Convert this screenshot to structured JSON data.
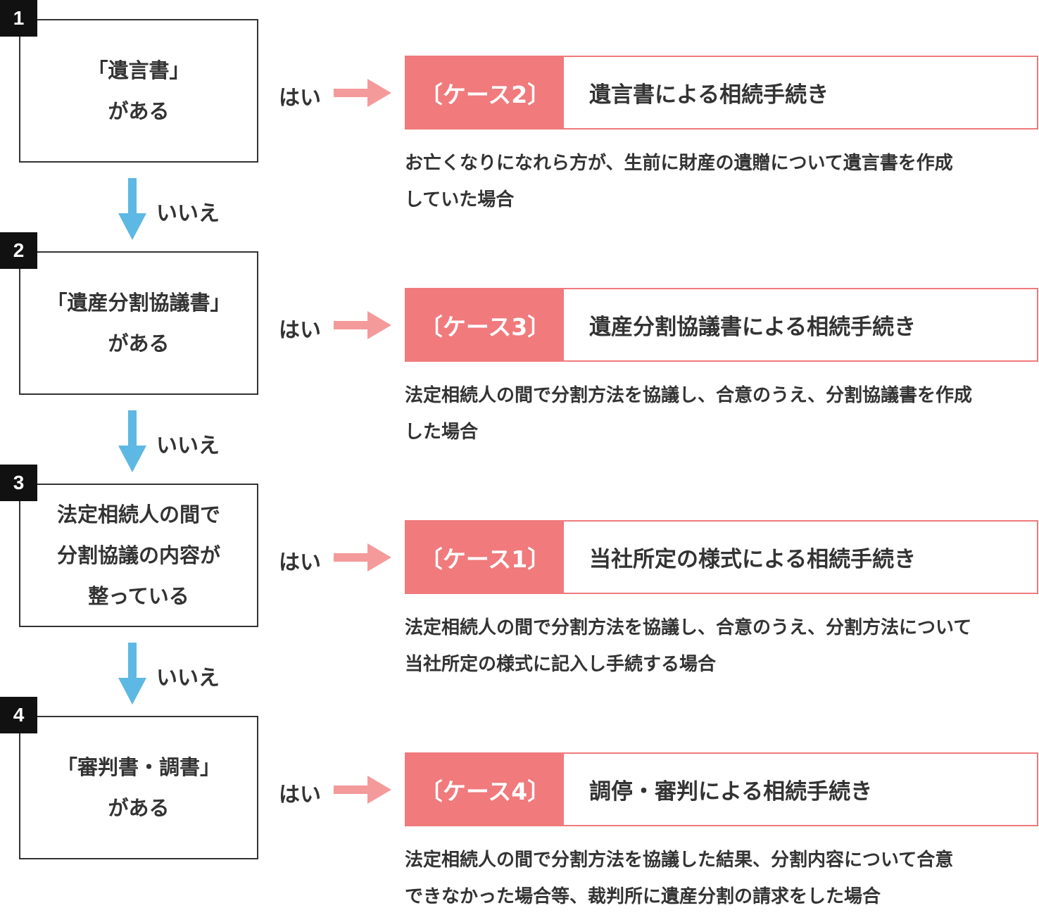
{
  "steps": [
    {
      "num": "1",
      "text": "「遺言書」\nがある"
    },
    {
      "num": "2",
      "text": "「遺産分割協議書」\nがある"
    },
    {
      "num": "3",
      "text": "法定相続人の間で\n分割協議の内容が\n整っている"
    },
    {
      "num": "4",
      "text": "「審判書・調書」\nがある"
    }
  ],
  "no_label": "いいえ",
  "yes_label": "はい",
  "cases": [
    {
      "tag": "〔ケース2〕",
      "title": "遺言書による相続手続き",
      "desc": "お亡くなりになれら方が、生前に財産の遺贈について遺言書を作成\nしていた場合"
    },
    {
      "tag": "〔ケース3〕",
      "title": "遺産分割協議書による相続手続き",
      "desc": "法定相続人の間で分割方法を協議し、合意のうえ、分割協議書を作成\nした場合"
    },
    {
      "tag": "〔ケース1〕",
      "title": "当社所定の様式による相続手続き",
      "desc": "法定相続人の間で分割方法を協議し、合意のうえ、分割方法について\n当社所定の様式に記入し手続する場合"
    },
    {
      "tag": "〔ケース4〕",
      "title": "調停・審判による相続手続き",
      "desc": "法定相続人の間で分割方法を協議した結果、分割内容について合意\nできなかった場合等、裁判所に遺産分割の請求をした場合"
    }
  ],
  "colors": {
    "accent": "#f07a7c",
    "no_arrow": "#5db8e3",
    "yes_arrow": "#f49a9b",
    "text": "#333333"
  }
}
